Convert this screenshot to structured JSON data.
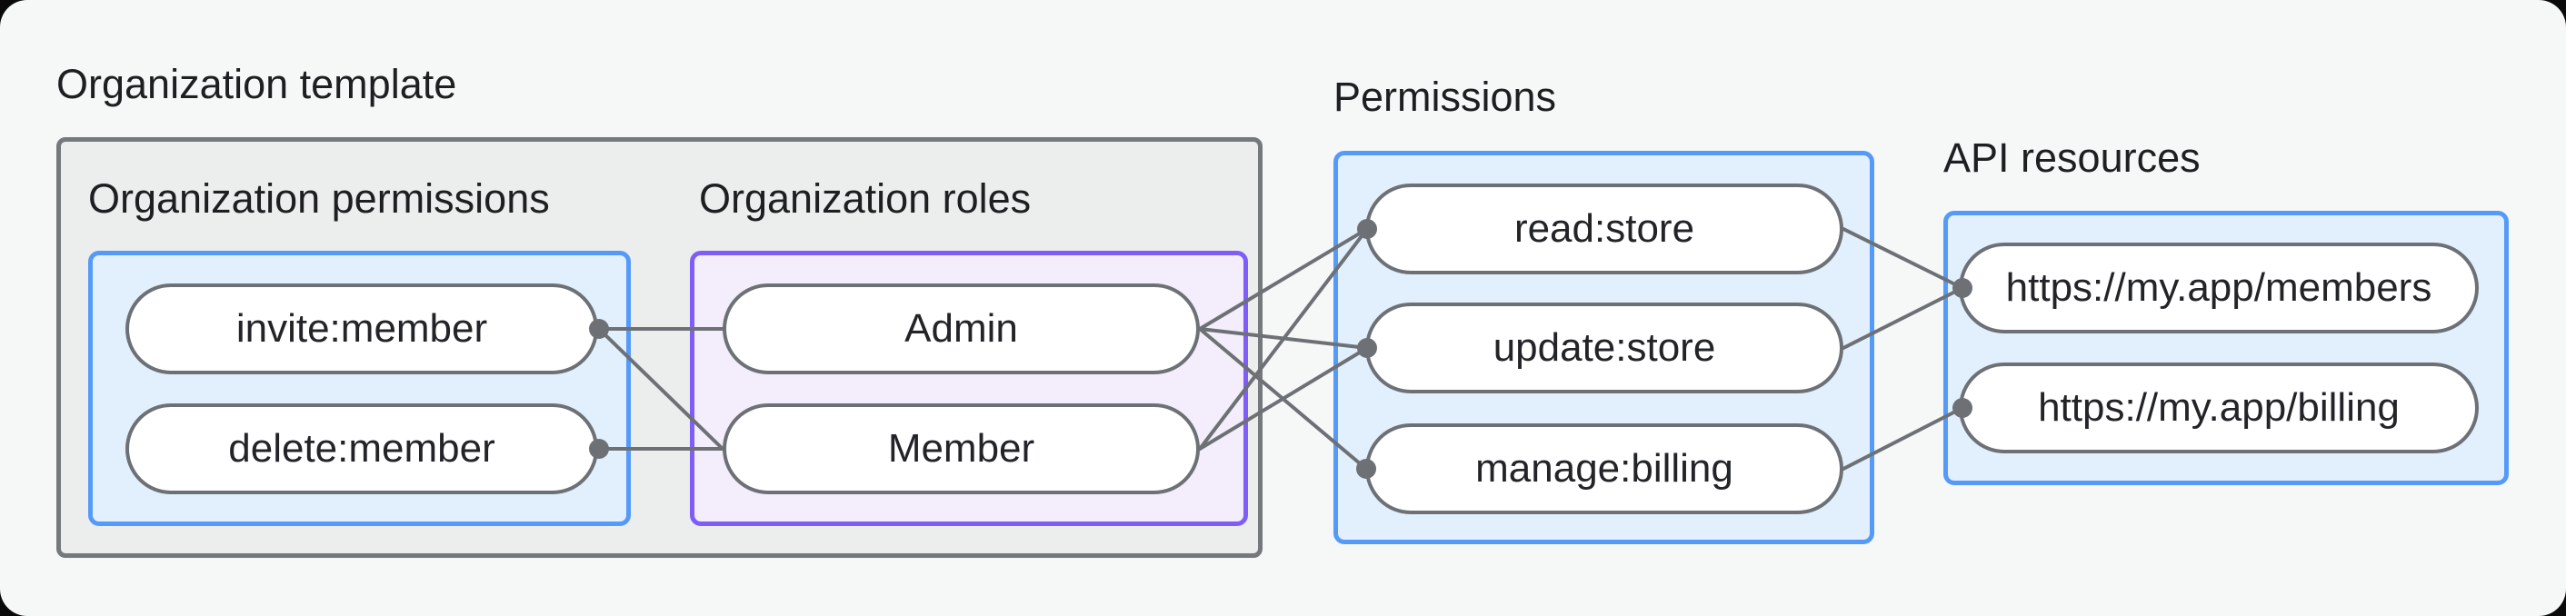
{
  "diagram": {
    "organization_template": {
      "title": "Organization template",
      "organization_permissions": {
        "title": "Organization permissions",
        "nodes": [
          {
            "id": "invite",
            "label": "invite:member"
          },
          {
            "id": "delete",
            "label": "delete:member"
          }
        ]
      },
      "organization_roles": {
        "title": "Organization roles",
        "nodes": [
          {
            "id": "admin",
            "label": "Admin"
          },
          {
            "id": "member",
            "label": "Member"
          }
        ]
      }
    },
    "permissions": {
      "title": "Permissions",
      "nodes": [
        {
          "id": "read",
          "label": "read:store"
        },
        {
          "id": "update",
          "label": "update:store"
        },
        {
          "id": "manage",
          "label": "manage:billing"
        }
      ]
    },
    "api_resources": {
      "title": "API resources",
      "nodes": [
        {
          "id": "members_api",
          "label": "https://my.app/members"
        },
        {
          "id": "billing_api",
          "label": "https://my.app/billing"
        }
      ]
    },
    "edges": [
      {
        "from": "invite",
        "to": "admin"
      },
      {
        "from": "invite",
        "to": "member"
      },
      {
        "from": "delete",
        "to": "member"
      },
      {
        "from": "admin",
        "to": "read"
      },
      {
        "from": "admin",
        "to": "update"
      },
      {
        "from": "admin",
        "to": "manage"
      },
      {
        "from": "member",
        "to": "read"
      },
      {
        "from": "member",
        "to": "update"
      },
      {
        "from": "read",
        "to": "members_api"
      },
      {
        "from": "update",
        "to": "members_api"
      },
      {
        "from": "manage",
        "to": "billing_api"
      }
    ],
    "colors": {
      "page_background": "#F6F8F8",
      "template_box_fill": "#ECEDED",
      "template_box_border": "#76797C",
      "permissions_box_fill": "#E2F0FD",
      "permissions_box_border": "#569AF8",
      "roles_box_fill": "#F3EDFC",
      "roles_box_border": "#7E5EF7",
      "pill_fill": "#FFFFFF",
      "pill_border": "#6D7175",
      "connector": "#6D7175",
      "text": "#1E1F21"
    }
  }
}
